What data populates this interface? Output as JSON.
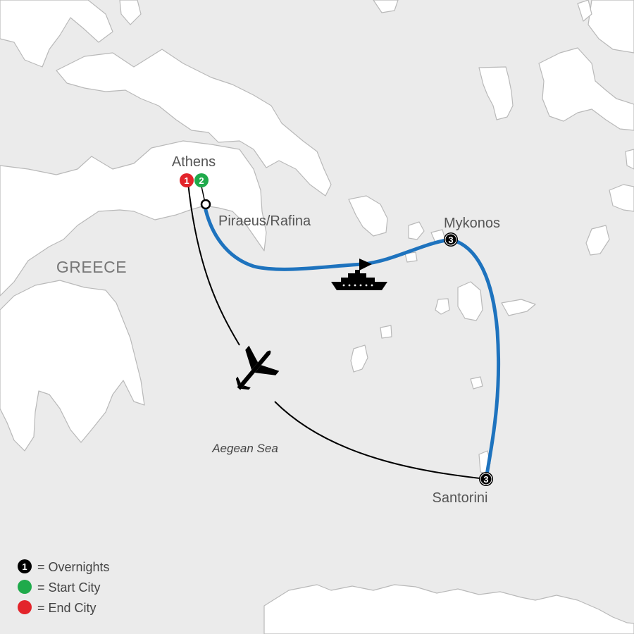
{
  "map": {
    "colors": {
      "water": "#ebebeb",
      "land": "#ffffff",
      "coast": "#b9b9b9",
      "ferry_route": "#1e73be",
      "flight_route": "#000000",
      "start": "#1faa4b",
      "end": "#e3242b",
      "overnight": "#000000",
      "text": "#555555"
    },
    "labels": {
      "country": "GREECE",
      "sea": "Aegean Sea"
    },
    "cities": [
      {
        "id": "athens",
        "name": "Athens",
        "overnights_end": "1",
        "overnights_start": "2"
      },
      {
        "id": "piraeus",
        "name": "Piraeus/Rafina"
      },
      {
        "id": "mykonos",
        "name": "Mykonos",
        "overnights": "3"
      },
      {
        "id": "santorini",
        "name": "Santorini",
        "overnights": "3"
      }
    ],
    "routes": [
      {
        "from": "Piraeus/Rafina",
        "to": "Mykonos",
        "mode": "ferry",
        "icon": "ship-icon"
      },
      {
        "from": "Mykonos",
        "to": "Santorini",
        "mode": "ferry"
      },
      {
        "from": "Santorini",
        "to": "Athens",
        "mode": "flight",
        "icon": "airplane-icon"
      }
    ]
  },
  "legend": [
    {
      "marker": "1",
      "marker_color": "#000000",
      "text": "= Overnights"
    },
    {
      "marker": "",
      "marker_color": "#1faa4b",
      "text": "= Start City"
    },
    {
      "marker": "",
      "marker_color": "#e3242b",
      "text": "= End City"
    }
  ]
}
